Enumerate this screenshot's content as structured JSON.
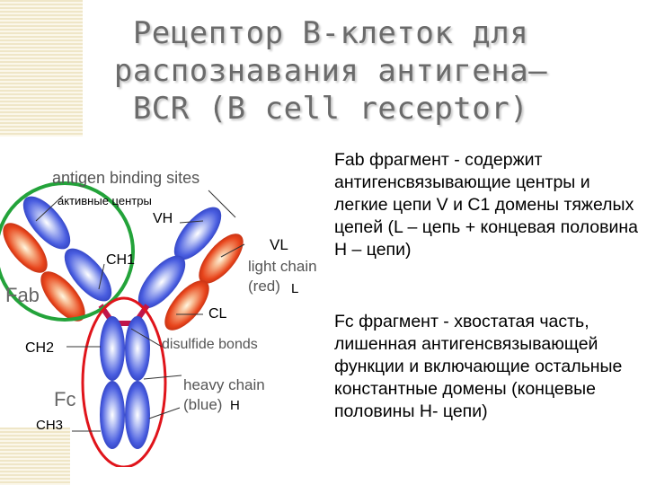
{
  "title": {
    "line1": "Рецептор B-клеток для",
    "line2": "распознавания антигена–",
    "line3": "BCR (B cell receptor)"
  },
  "description": {
    "fab": "Fab фрагмент - содержит антигенсвязывающие центры и легкие цепи V и С1 домены тяжелых цепей (L – цепь + концевая половина Н – цепи)",
    "fc": "Fc фрагмент - хвостатая часть, лишенная антигенсвязывающей функции и включающие остальные константные домены (концевые половины Н- цепи)"
  },
  "diagram": {
    "labels": {
      "antigen_binding_sites": "antigen binding sites",
      "active_centers": "активные центры",
      "vh": "VH",
      "vl": "VL",
      "ch1": "CH1",
      "light_chain_line1": "light chain",
      "light_chain_line2": "(red)",
      "l": "L",
      "cl": "CL",
      "fab": "Fab",
      "ch2": "CH2",
      "disulfide_bonds": "disulfide bonds",
      "fc": "Fc",
      "heavy_chain_line1": "heavy chain",
      "heavy_chain_line2": "(blue)",
      "h": "H",
      "ch3": "CH3"
    },
    "colors": {
      "heavy_chain": "#3b4fd8",
      "light_chain": "#e8451c",
      "fab_circle": "#23a33a",
      "fc_oval": "#e0141b",
      "hinge": "#c0154a"
    }
  }
}
